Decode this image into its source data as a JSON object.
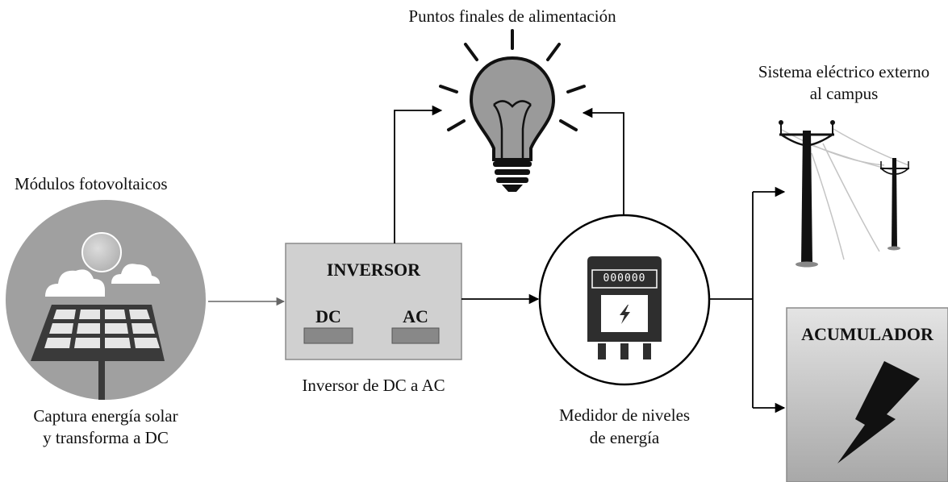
{
  "panels": {
    "pv": {
      "title": "Módulos fotovoltaicos",
      "caption_line1": "Captura energía solar",
      "caption_line2": "y transforma a DC"
    },
    "inverter": {
      "title": "INVERSOR",
      "dc_label": "DC",
      "ac_label": "AC",
      "caption": "Inversor de DC a AC"
    },
    "bulb": {
      "title": "Puntos finales de alimentación"
    },
    "meter": {
      "display": "000000",
      "caption_line1": "Medidor de niveles",
      "caption_line2": "de energía"
    },
    "grid": {
      "title_line1": "Sistema eléctrico externo",
      "title_line2": "al campus"
    },
    "battery": {
      "title": "ACUMULADOR"
    }
  },
  "icons": [
    "solar-panel-icon",
    "sun-icon",
    "cloud-icon",
    "light-bulb-icon",
    "energy-meter-icon",
    "lightning-icon",
    "power-pole-icon",
    "lightning-bolt-icon"
  ],
  "colors": {
    "circle_fill": "#a0a0a0",
    "inverter_fill": "#d0d0d0",
    "port_fill": "#888888",
    "meter_body": "#2e2e2e",
    "line": "#000000"
  }
}
